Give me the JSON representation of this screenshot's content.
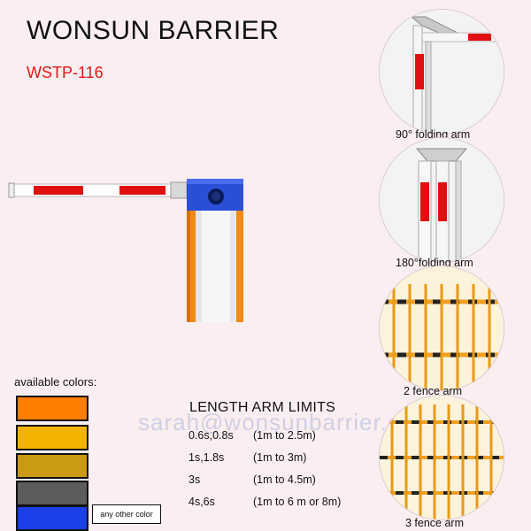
{
  "header": {
    "title": "WONSUN BARRIER",
    "model": "WSTP-116"
  },
  "colors": {
    "label": "available colors:",
    "swatches": [
      {
        "name": "orange",
        "hex": "#ff7d00"
      },
      {
        "name": "yellow",
        "hex": "#f2b400"
      },
      {
        "name": "gold",
        "hex": "#c99a12"
      },
      {
        "name": "gray",
        "hex": "#5a5c5e"
      },
      {
        "name": "blue",
        "hex": "#1b3fe8"
      }
    ],
    "other_label": "any other color"
  },
  "limits": {
    "title": "LENGTH ARM LIMITS",
    "rows": [
      {
        "time": "0.6s,0.8s",
        "length": "(1m to 2.5m)"
      },
      {
        "time": "1s,1.8s",
        "length": "(1m to 3m)"
      },
      {
        "time": "3s",
        "length": "(1m to 4.5m)"
      },
      {
        "time": "4s,6s",
        "length": "(1m to 6 m or 8m)"
      }
    ]
  },
  "watermark": "sarah@wonsunbarrier.com",
  "arm_options": [
    {
      "caption": "90° folding arm",
      "icon": "folding-arm-90"
    },
    {
      "caption": "180°folding arm",
      "icon": "folding-arm-180"
    },
    {
      "caption": "2 fence arm",
      "icon": "fence-arm-2"
    },
    {
      "caption": "3 fence arm",
      "icon": "fence-arm-3"
    }
  ]
}
